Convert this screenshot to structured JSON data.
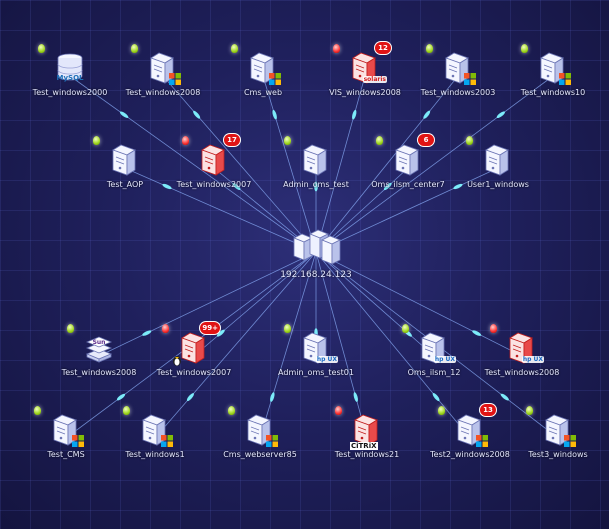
{
  "colors": {
    "background": "#1f205c",
    "grid": "#5a64c8",
    "link": "#8fb4ff",
    "label": "#e4e7ff",
    "status_ok": "#9ed61d",
    "status_error": "#ff3434",
    "alarm_badge": "#e01414",
    "alert_server": "#e84a4a"
  },
  "topology": {
    "hub": {
      "label": "192.168.24.123",
      "icon": "server-cluster-icon"
    },
    "nodes": [
      {
        "label": "Test_windows2000",
        "icon": "mysql-database-icon",
        "status": "ok",
        "alert": false,
        "count": ""
      },
      {
        "label": "Test_windows2008",
        "icon": "windows-server-icon",
        "status": "ok",
        "alert": false,
        "count": ""
      },
      {
        "label": "Cms_web",
        "icon": "windows-server-icon",
        "status": "ok",
        "alert": false,
        "count": ""
      },
      {
        "label": "VIS_windows2008",
        "icon": "solaris-server-icon",
        "status": "error",
        "alert": true,
        "count": "12"
      },
      {
        "label": "Test_windows2003",
        "icon": "windows-server-icon",
        "status": "ok",
        "alert": false,
        "count": ""
      },
      {
        "label": "Test_windows10",
        "icon": "windows-server-icon",
        "status": "ok",
        "alert": false,
        "count": ""
      },
      {
        "label": "Test_AOP",
        "icon": "server-icon",
        "status": "ok",
        "alert": false,
        "count": ""
      },
      {
        "label": "Test_windows2007",
        "icon": "server-icon",
        "status": "error",
        "alert": true,
        "count": "17"
      },
      {
        "label": "Admin_oms_test",
        "icon": "server-icon",
        "status": "ok",
        "alert": false,
        "count": ""
      },
      {
        "label": "Oms_ilsm_center7",
        "icon": "server-icon",
        "status": "ok",
        "alert": false,
        "count": "6"
      },
      {
        "label": "User1_windows",
        "icon": "server-icon",
        "status": "ok",
        "alert": false,
        "count": ""
      },
      {
        "label": "Test_windows2008",
        "icon": "sun-stack-icon",
        "status": "ok",
        "alert": false,
        "count": ""
      },
      {
        "label": "Test_windows2007",
        "icon": "linux-server-icon",
        "status": "error",
        "alert": true,
        "count": "99+"
      },
      {
        "label": "Admin_oms_test01",
        "icon": "hp-ux-server-icon",
        "status": "ok",
        "alert": false,
        "count": ""
      },
      {
        "label": "Oms_ilsm_12",
        "icon": "hp-ux-server-icon",
        "status": "ok",
        "alert": false,
        "count": ""
      },
      {
        "label": "Test_windows2008",
        "icon": "hp-ux-server-icon",
        "status": "error",
        "alert": true,
        "count": ""
      },
      {
        "label": "Test_CMS",
        "icon": "windows-server-icon",
        "status": "ok",
        "alert": false,
        "count": ""
      },
      {
        "label": "Test_windows1",
        "icon": "windows-server-icon",
        "status": "ok",
        "alert": false,
        "count": ""
      },
      {
        "label": "Cms_webserver85",
        "icon": "windows-server-icon",
        "status": "ok",
        "alert": false,
        "count": ""
      },
      {
        "label": "Test_windows21",
        "icon": "citrix-server-icon",
        "status": "error",
        "alert": true,
        "count": ""
      },
      {
        "label": "Test2_windows2008",
        "icon": "windows-server-icon",
        "status": "ok",
        "alert": false,
        "count": "13"
      },
      {
        "label": "Test3_windows",
        "icon": "windows-server-icon",
        "status": "ok",
        "alert": false,
        "count": ""
      }
    ]
  }
}
